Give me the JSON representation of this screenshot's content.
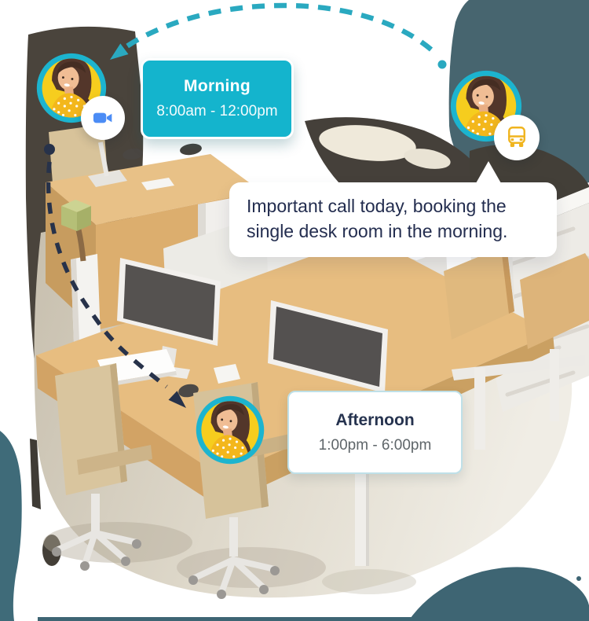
{
  "cards": {
    "morning": {
      "title": "Morning",
      "time": "8:00am - 12:00pm"
    },
    "afternoon": {
      "title": "Afternoon",
      "time": "1:00pm - 6:00pm"
    }
  },
  "bubble": {
    "text": "Important call today, booking the single desk room in the morning."
  },
  "icons": {
    "video_badge": "video-camera-icon",
    "bus_badge": "bus-icon",
    "commute_arrow": "teal-dashed-arc-arrow",
    "move_desk_arrow": "navy-dashed-curve-arrow"
  },
  "colors": {
    "morning_card_teal": "#14b4cd",
    "avatar_ring_teal": "#1cb4cf",
    "arc_arrow_teal": "#2aa9c0",
    "navy_arrow": "#27324a",
    "navy_text": "#232d4f",
    "background_slate_teal": "#47656f",
    "avatar_yellow": "#f6cd1e",
    "bus_yellow": "#f0b41e",
    "video_blue": "#4b8cf5",
    "desk_tan": "#e7bd80"
  }
}
